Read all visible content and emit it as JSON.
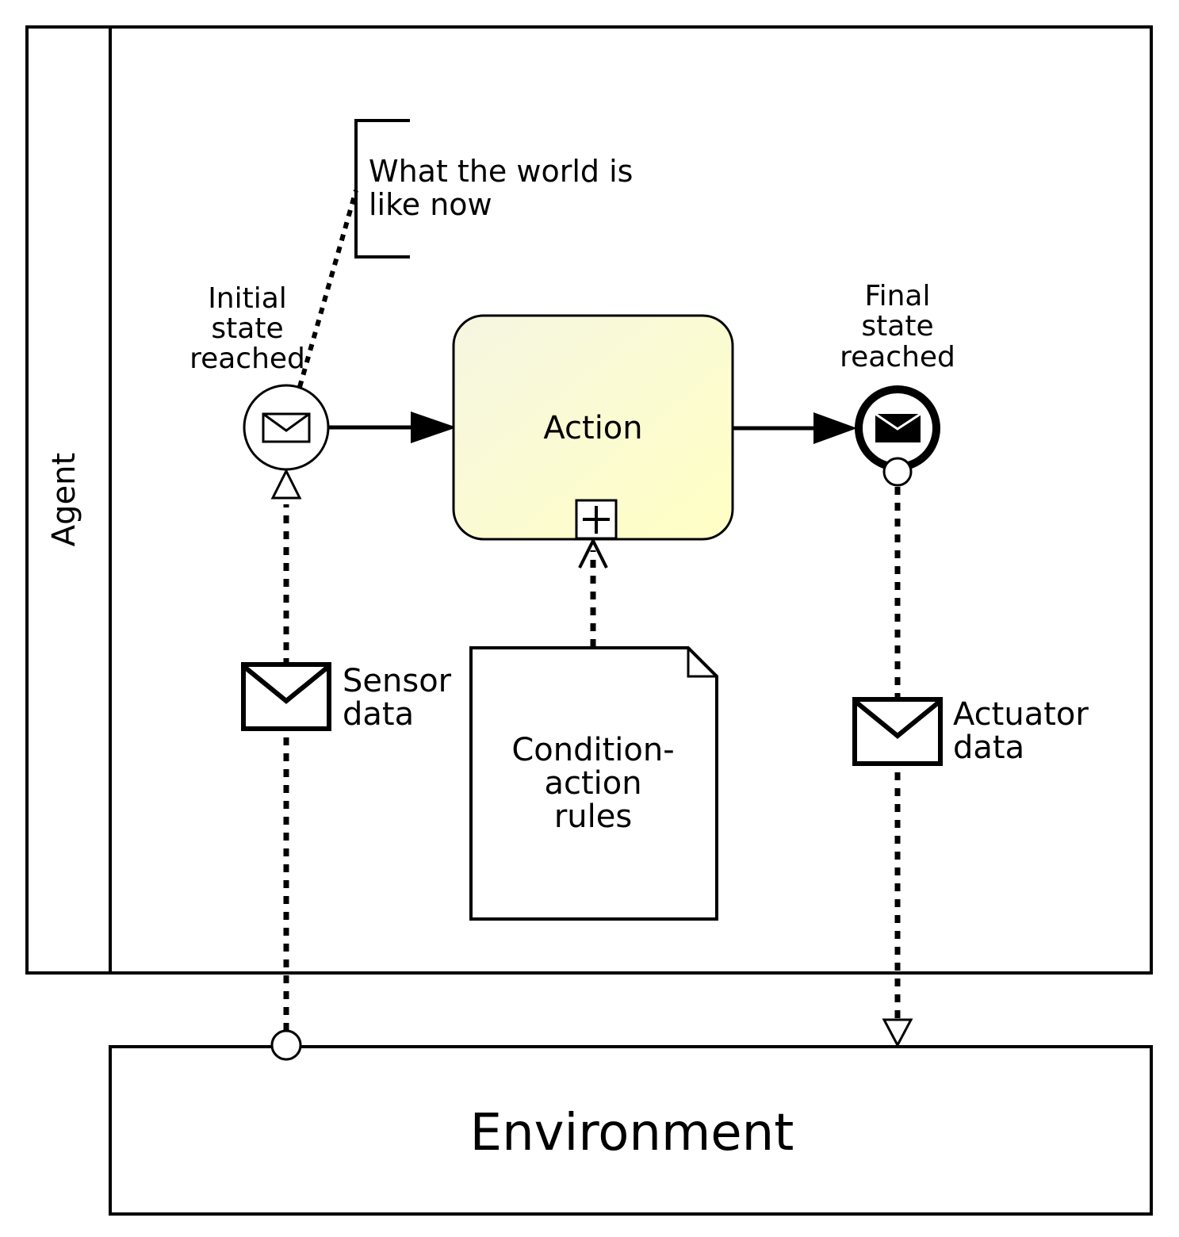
{
  "pool": {
    "lane_label": "Agent"
  },
  "annotation": {
    "lines": [
      "What the world is",
      "like now"
    ]
  },
  "start_event": {
    "label_lines": [
      "Initial",
      "state",
      "reached"
    ]
  },
  "task": {
    "label": "Action"
  },
  "end_event": {
    "label_lines": [
      "Final",
      "state",
      "reached"
    ]
  },
  "sensor_message": {
    "label_lines": [
      "Sensor",
      "data"
    ]
  },
  "rules_document": {
    "label_lines": [
      "Condition-",
      "action",
      "rules"
    ]
  },
  "actuator_message": {
    "label_lines": [
      "Actuator",
      "data"
    ]
  },
  "environment": {
    "label": "Environment"
  },
  "colors": {
    "task_fill_start": "#f7f7dd",
    "task_fill_end": "#ffffc8",
    "stroke": "#000000"
  }
}
